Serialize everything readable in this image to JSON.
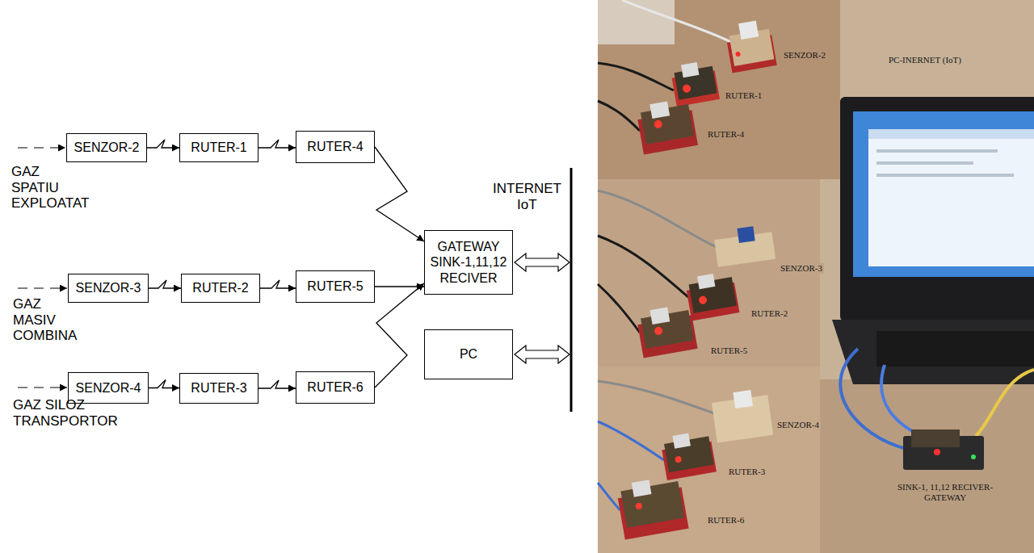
{
  "diagram": {
    "nodes": [
      {
        "text": [
          "SENZOR-2"
        ]
      },
      {
        "text": [
          "RUTER-1"
        ]
      },
      {
        "text": [
          "RUTER-4"
        ]
      },
      {
        "text": [
          "SENZOR-3"
        ]
      },
      {
        "text": [
          "RUTER-2"
        ]
      },
      {
        "text": [
          "RUTER-5"
        ]
      },
      {
        "text": [
          "SENZOR-4"
        ]
      },
      {
        "text": [
          "RUTER-3"
        ]
      },
      {
        "text": [
          "RUTER-6"
        ]
      },
      {
        "text": [
          "GATEWAY SINK-1,11,12 RECIVER"
        ]
      },
      {
        "text": [
          "PC"
        ]
      }
    ],
    "edges": [
      {
        "from": 0,
        "to": 1,
        "arrow": "to"
      },
      {
        "from": 1,
        "to": 2,
        "arrow": "to"
      },
      {
        "from": 2,
        "to": 9,
        "arrow": "to"
      },
      {
        "from": 3,
        "to": 4,
        "arrow": "to"
      },
      {
        "from": 4,
        "to": 5,
        "arrow": "to"
      },
      {
        "from": 5,
        "to": 9,
        "arrow": "to"
      },
      {
        "from": 6,
        "to": 7,
        "arrow": "to"
      },
      {
        "from": 7,
        "to": 8,
        "arrow": "to"
      },
      {
        "from": 8,
        "to": 9,
        "arrow": "to"
      }
    ],
    "labels": [
      "GAZ SPATIU EXPLOATAT",
      "GAZ MASIV COMBINA",
      "GAZ SILOZ TRANSPORTOR",
      "INTERNET IoT",
      "SENZOR-2",
      "PC-INERNET (IoT)",
      "RUTER-1",
      "RUTER-4",
      "SENZOR-3",
      "RUTER-2",
      "RUTER-5",
      "SENZOR-4",
      "RUTER-3",
      "RUTER-6",
      "SINK-1, 11,12 RECIVER-GATEWAY"
    ]
  }
}
